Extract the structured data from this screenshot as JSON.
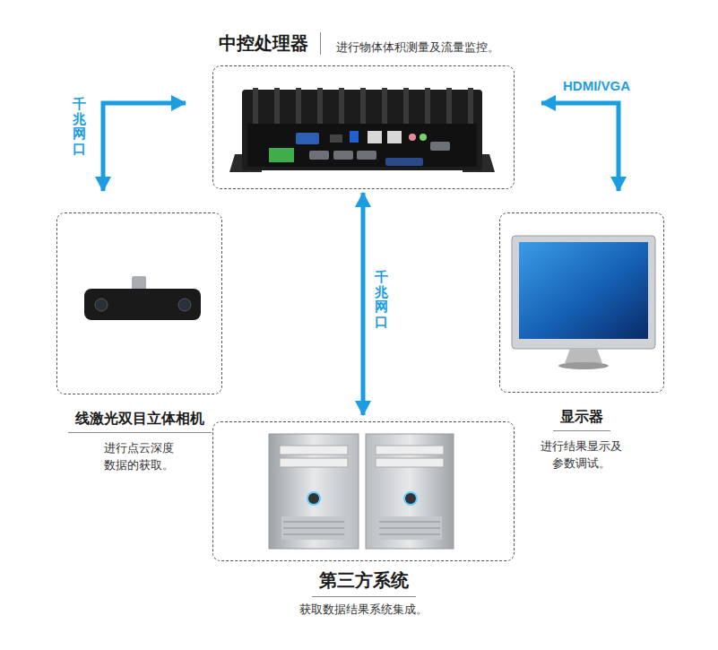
{
  "diagram": {
    "nodes": [
      {
        "text": [
          "中控处理器",
          "进行物体体积测量及流量监控。"
        ]
      },
      {
        "text": [
          "线激光双目立体相机",
          "进行点云深度 数据的获取。"
        ]
      },
      {
        "text": [
          "显示器",
          "进行结果显示及 参数调试。"
        ]
      },
      {
        "text": [
          "第三方系统",
          "获取数据结果系统集成。"
        ]
      }
    ],
    "edges": [
      {
        "from": 0,
        "to": 1,
        "label": "千兆网口",
        "arrow": "both"
      },
      {
        "from": 0,
        "to": 2,
        "label": "HDMI/VGA",
        "arrow": "both"
      },
      {
        "from": 0,
        "to": 3,
        "label": "千兆网口",
        "arrow": "both"
      }
    ]
  }
}
